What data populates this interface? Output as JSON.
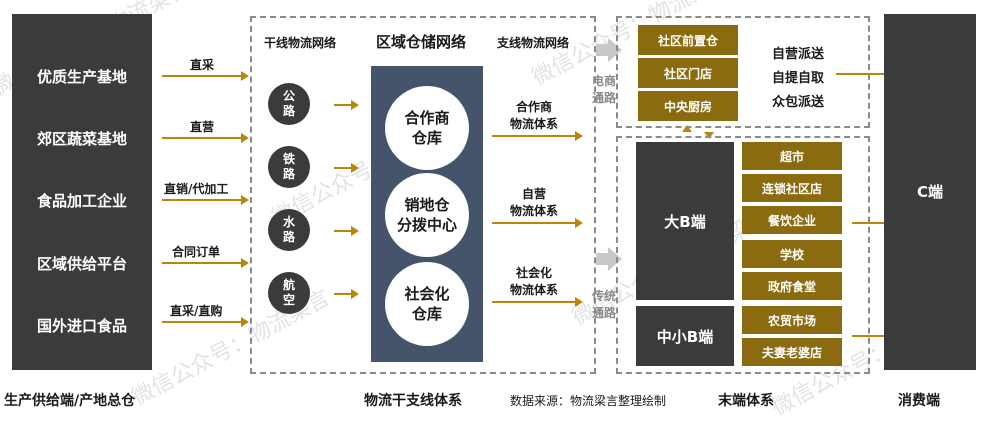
{
  "producers": [
    {
      "label": "优质生产基地",
      "edge": "直采"
    },
    {
      "label": "郊区蔬菜基地",
      "edge": "直营"
    },
    {
      "label": "食品加工企业",
      "edge": "直销/代加工"
    },
    {
      "label": "区域供给平台",
      "edge": "合同订单"
    },
    {
      "label": "国外进口食品",
      "edge": "直采/直购"
    }
  ],
  "mid": {
    "trunk_label": "干线物流网络",
    "title": "区域仓储网络",
    "branch_label": "支线物流网络",
    "modes": [
      {
        "line1": "公",
        "line2": "路"
      },
      {
        "line1": "铁",
        "line2": "路"
      },
      {
        "line1": "水",
        "line2": "路"
      },
      {
        "line1": "航",
        "line2": "空"
      }
    ],
    "warehouses": [
      {
        "line1": "合作商",
        "line2": "仓库",
        "flow1": "合作商",
        "flow2": "物流体系"
      },
      {
        "line1": "销地仓",
        "line2": "分拨中心",
        "flow1": "自营",
        "flow2": "物流体系"
      },
      {
        "line1": "社会化",
        "line2": "仓库",
        "flow1": "社会化",
        "flow2": "物流体系"
      }
    ]
  },
  "channels": {
    "ecommerce_1": "电商",
    "ecommerce_2": "通路",
    "traditional_1": "传统",
    "traditional_2": "通路"
  },
  "ecommerce": {
    "boxes": [
      "社区前置仓",
      "社区门店",
      "中央厨房"
    ],
    "delivery": [
      "自营派送",
      "自提自取",
      "众包派送"
    ]
  },
  "terminal": {
    "big_b": "大B端",
    "small_b": "中小B端",
    "items": [
      "超市",
      "连锁社区店",
      "餐饮企业",
      "学校",
      "政府食堂",
      "农贸市场",
      "夫妻老婆店"
    ]
  },
  "consumer": "C端",
  "footer": {
    "producer": "生产供给端/产地总仓",
    "trunk": "物流干支线体系",
    "source": "数据来源：物流梁言整理绘制",
    "terminal": "末端体系",
    "consumer": "消费端"
  },
  "watermark": "微信公众号：物流梁言",
  "colors": {
    "dark": "#3b3b3b",
    "slate": "#44546a",
    "gold": "#8b6b10",
    "arrow": "#b8860b"
  }
}
